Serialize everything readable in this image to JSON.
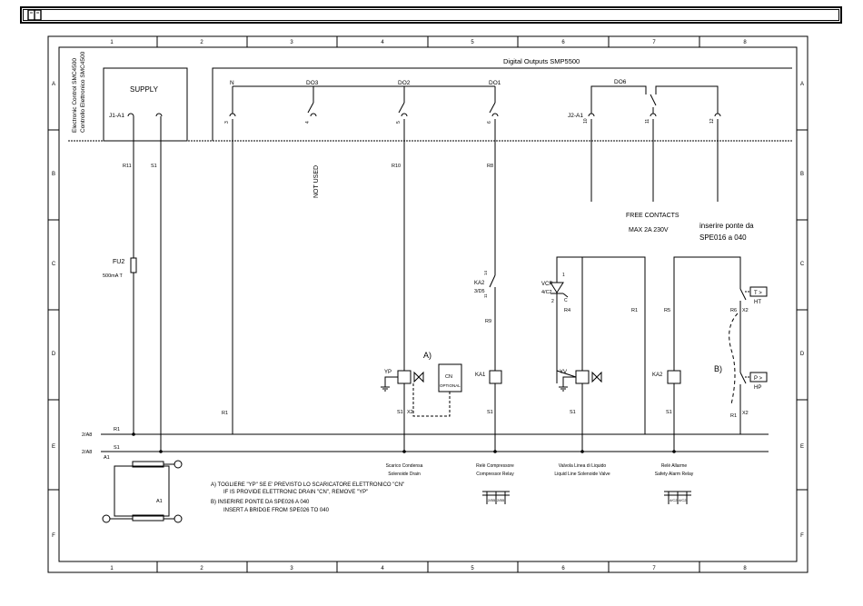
{
  "frame": {
    "columns": [
      "1",
      "2",
      "3",
      "4",
      "5",
      "6",
      "7",
      "8"
    ],
    "rows": [
      "A",
      "B",
      "C",
      "D",
      "E",
      "F"
    ]
  },
  "title_box": {
    "line1": "Electronic Control SMC4500",
    "line2": "Controllo Elettronico SMC4500"
  },
  "supply": {
    "label": "SUPPLY",
    "connector": "J1-A1"
  },
  "digital_outputs": {
    "title": "Digital Outputs SMP5500",
    "N": "N",
    "DO3": "DO3",
    "DO2": "DO2",
    "DO1": "DO1",
    "DO6": "DO6",
    "connector2": "J2-A1",
    "pins": [
      "3",
      "4",
      "5",
      "6",
      "10",
      "11",
      "12"
    ]
  },
  "labels": {
    "r11": "R11",
    "s1_top": "S1",
    "r10": "R10",
    "r8": "R8",
    "not_used": "NOT USED",
    "free_contacts": "FREE CONTACTS",
    "max": "MAX 2A 230V",
    "bridge_note_1": "inserire ponte da",
    "bridge_note_2": "SPE016 a 040",
    "fu2": "FU2",
    "fuse_rating": "500mA T",
    "ka2_contact": "KA2",
    "ka2_sub": "3/D5",
    "ka2_pin_top": "14",
    "ka2_pin_mid": "11",
    "vcr": "VCR",
    "vcr_sub": "4/C2",
    "vcr_1": "1",
    "vcr_2": "2",
    "vcr_c": "C",
    "r9": "R9",
    "r4": "R4",
    "r1_mid": "R1",
    "r5": "R5",
    "r6": "R6",
    "x2_a": "X2",
    "ht_box": "T >",
    "ht": "HT",
    "a_note": "A)",
    "b_note": "B)",
    "cn_1": "CN",
    "cn_2": "OPTIONAL",
    "yp": "YP",
    "ka1": "KA1",
    "yv": "YV",
    "ka2_coil": "KA2",
    "hp_box": "P >",
    "hp": "HP",
    "r1_left": "R1",
    "s1_yp": "S1",
    "x2_yp": "X2",
    "s1_ka1": "S1",
    "s1_yv": "S1",
    "s1_ka2": "S1",
    "r1_bottom": "R1",
    "x2_b": "X2",
    "bus1_ref": "2/A8",
    "bus1_name": "R1",
    "bus2_ref": "2/A8",
    "bus2_name": "S1",
    "drain_1": "Scarico Condensa",
    "drain_2": "Solenoide Drain",
    "relay_comp_1": "Relè Compressore",
    "relay_comp_2": "Compressor Relay",
    "valve_1": "Valvola Linea di Liquido",
    "valve_2": "Liquid Line Solenoide Valve",
    "alarm_1": "Relè Allarme",
    "alarm_2": "Safety Alarm Relay",
    "a1": "A1",
    "note_a1": "A)  TOGLIERE \"YP\" SE E' PREVISTO LO SCARICATORE ELETTRONICO \"CN\"",
    "note_a2": "IF IS PROVIDE ELETTRONIC DRAIN \"CN\", REMOVE \"YP\"",
    "note_b1": "B)  INSERIRE PONTE DA SPE026 A 040",
    "note_b2": "INSERT A BRIDGE FROM SPE026 TO 040",
    "xref_ka1_a": "2/B5",
    "xref_ka1_b": "2/B5",
    "xref_ka2_a": "4/C2",
    "xref_ka2_b": "4/C2"
  }
}
